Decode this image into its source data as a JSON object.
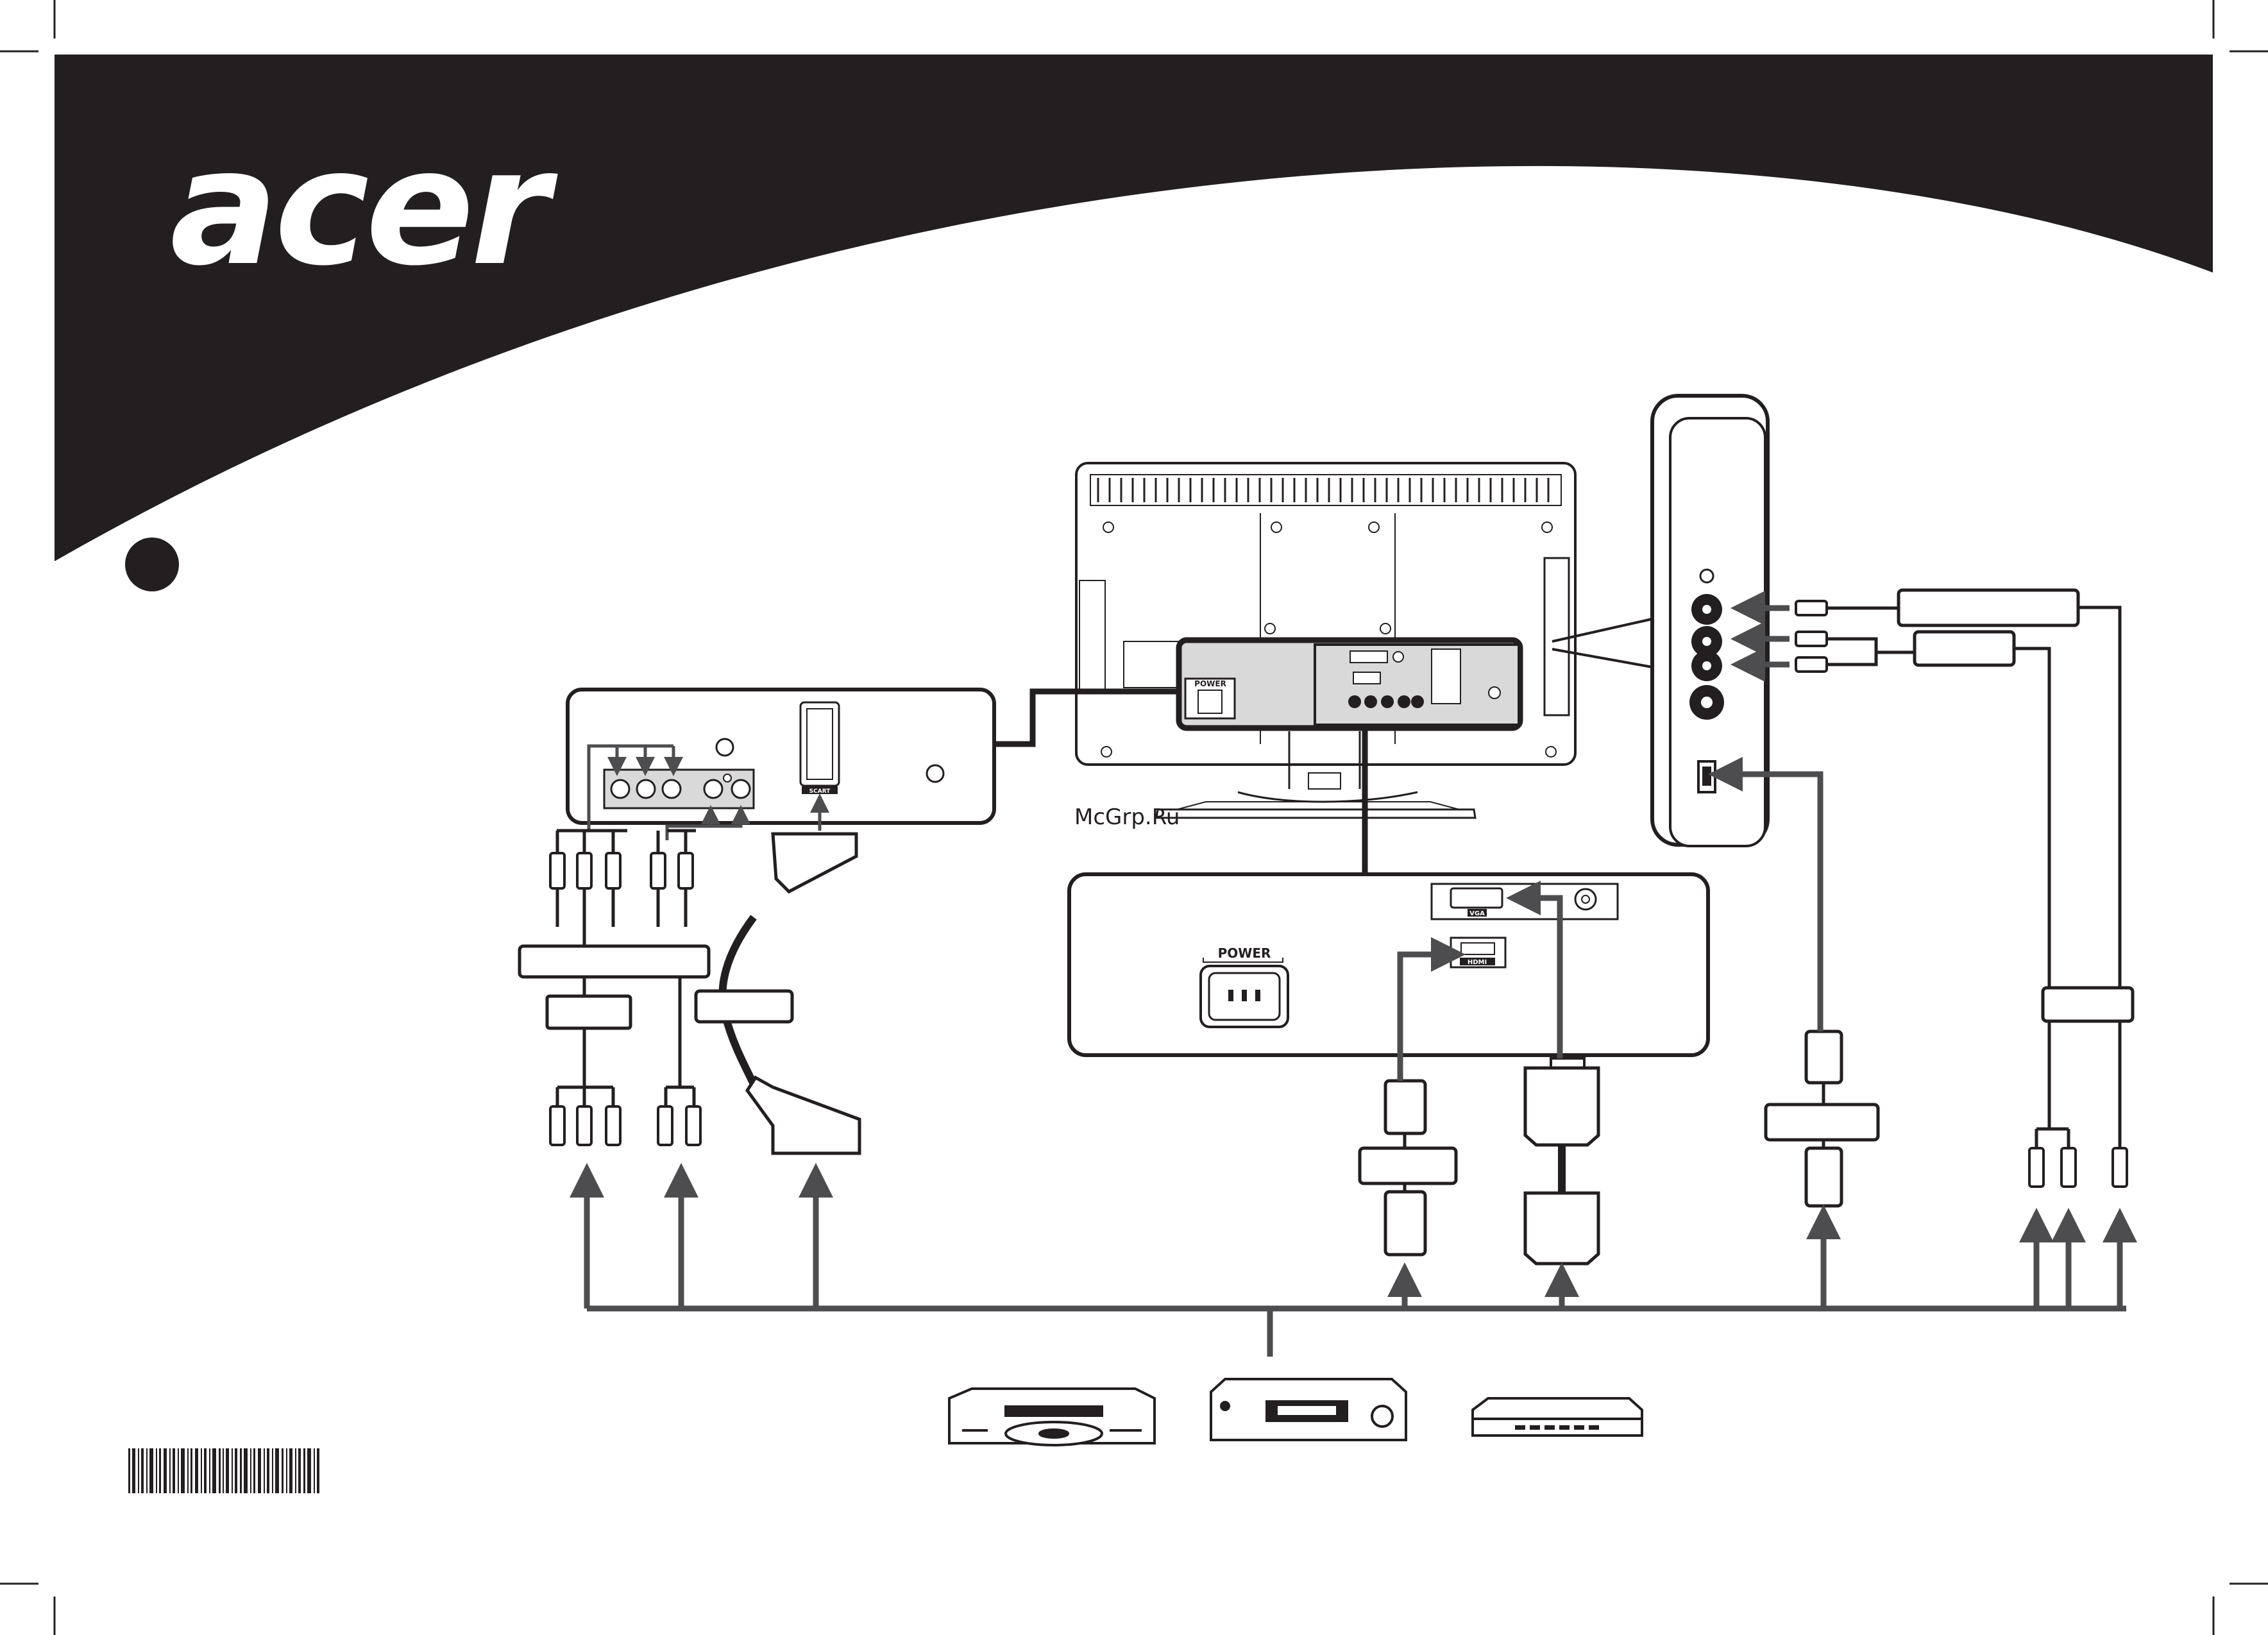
{
  "brand": {
    "logo_text": "acer"
  },
  "watermark": "McGrp.Ru",
  "labels": {
    "power_panel": "POWER",
    "power_tv": "POWER",
    "vga": "VGA",
    "hdmi": "HDMI",
    "scart": "SCART"
  },
  "colors": {
    "banner": "#231f20",
    "ink": "#231f20",
    "arrow": "#4d4d4f",
    "panel_fill": "#d9d9d9",
    "badge": "#ffffff"
  },
  "icons": [
    "acer-logo",
    "barcode",
    "dvd-player-icon",
    "vcr-icon",
    "set-top-box-icon"
  ]
}
